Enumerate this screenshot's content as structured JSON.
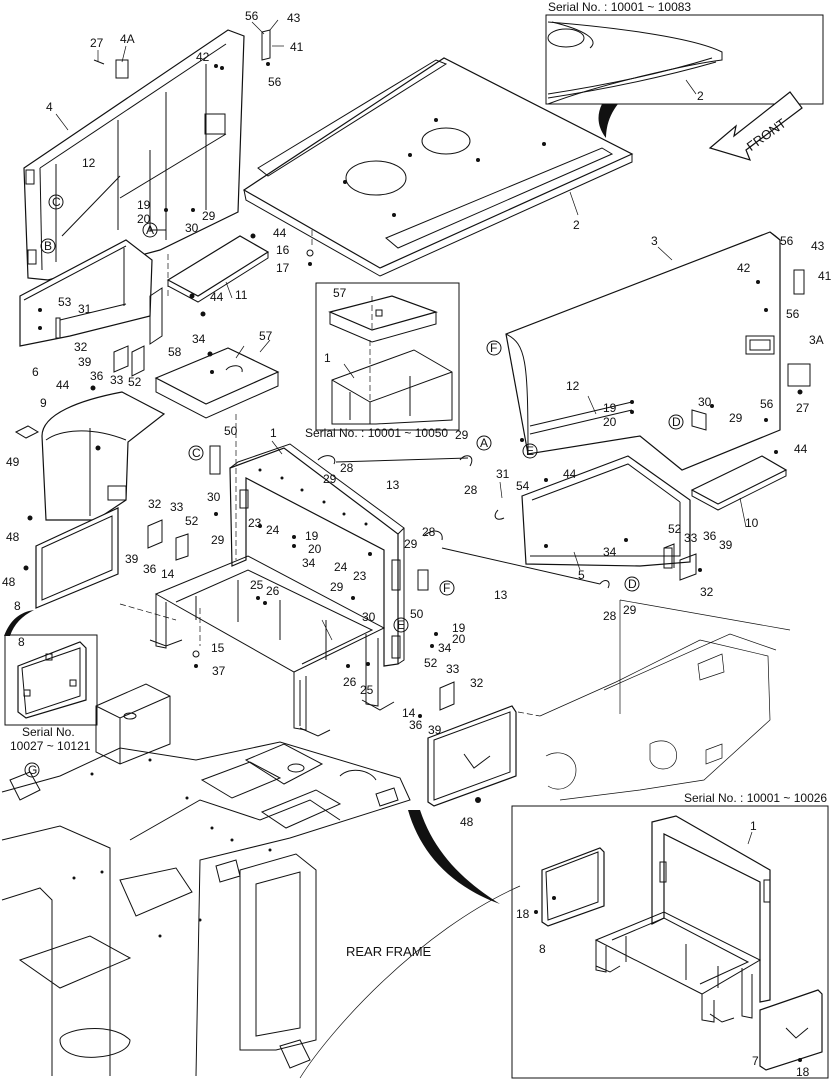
{
  "serial_notes": {
    "top_right": "Serial No. : 10001 ~ 10083",
    "middle": "Serial No. : 10001 ~ 10050",
    "bottom_right": "Serial No. : 10001 ~ 10026",
    "left_line1": "Serial No.",
    "left_line2": "10027 ~ 10121"
  },
  "direction_label": "FRONT",
  "frame_label": "REAR FRAME",
  "detail_markers": [
    "A",
    "B",
    "C",
    "D",
    "E",
    "F",
    "G"
  ],
  "part_numbers": [
    "1",
    "2",
    "3",
    "3A",
    "4",
    "4A",
    "5",
    "6",
    "7",
    "8",
    "9",
    "10",
    "11",
    "12",
    "13",
    "14",
    "15",
    "16",
    "17",
    "18",
    "19",
    "20",
    "23",
    "24",
    "25",
    "26",
    "27",
    "28",
    "29",
    "30",
    "31",
    "32",
    "33",
    "34",
    "36",
    "37",
    "39",
    "41",
    "42",
    "43",
    "44",
    "48",
    "49",
    "50",
    "52",
    "53",
    "54",
    "56",
    "57",
    "58"
  ],
  "colors": {
    "line": "#111111",
    "background": "#ffffff"
  }
}
